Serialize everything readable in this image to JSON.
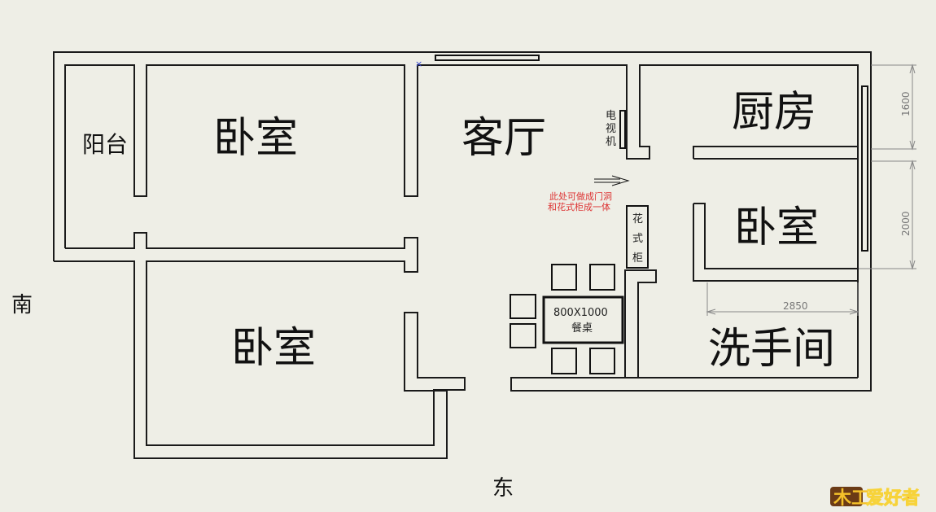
{
  "rooms": {
    "balcony": "阳台",
    "bedroom_top": "卧室",
    "living": "客厅",
    "kitchen": "厨房",
    "bedroom_right": "卧室",
    "bedroom_bottom": "卧室",
    "bathroom": "洗手间"
  },
  "tv": [
    "电",
    "视",
    "机"
  ],
  "cabinet": [
    "花",
    "式",
    "柜"
  ],
  "note": [
    "此处可做成门洞",
    "和花式柜成一体"
  ],
  "table": {
    "size": "800X1000",
    "label": "餐桌"
  },
  "dimensions": {
    "kitchen_h": "1600",
    "bedroom_h": "2000",
    "bath_w": "2850"
  },
  "compass": {
    "south": "南",
    "east": "东"
  },
  "logo": {
    "text": "爱好者"
  }
}
